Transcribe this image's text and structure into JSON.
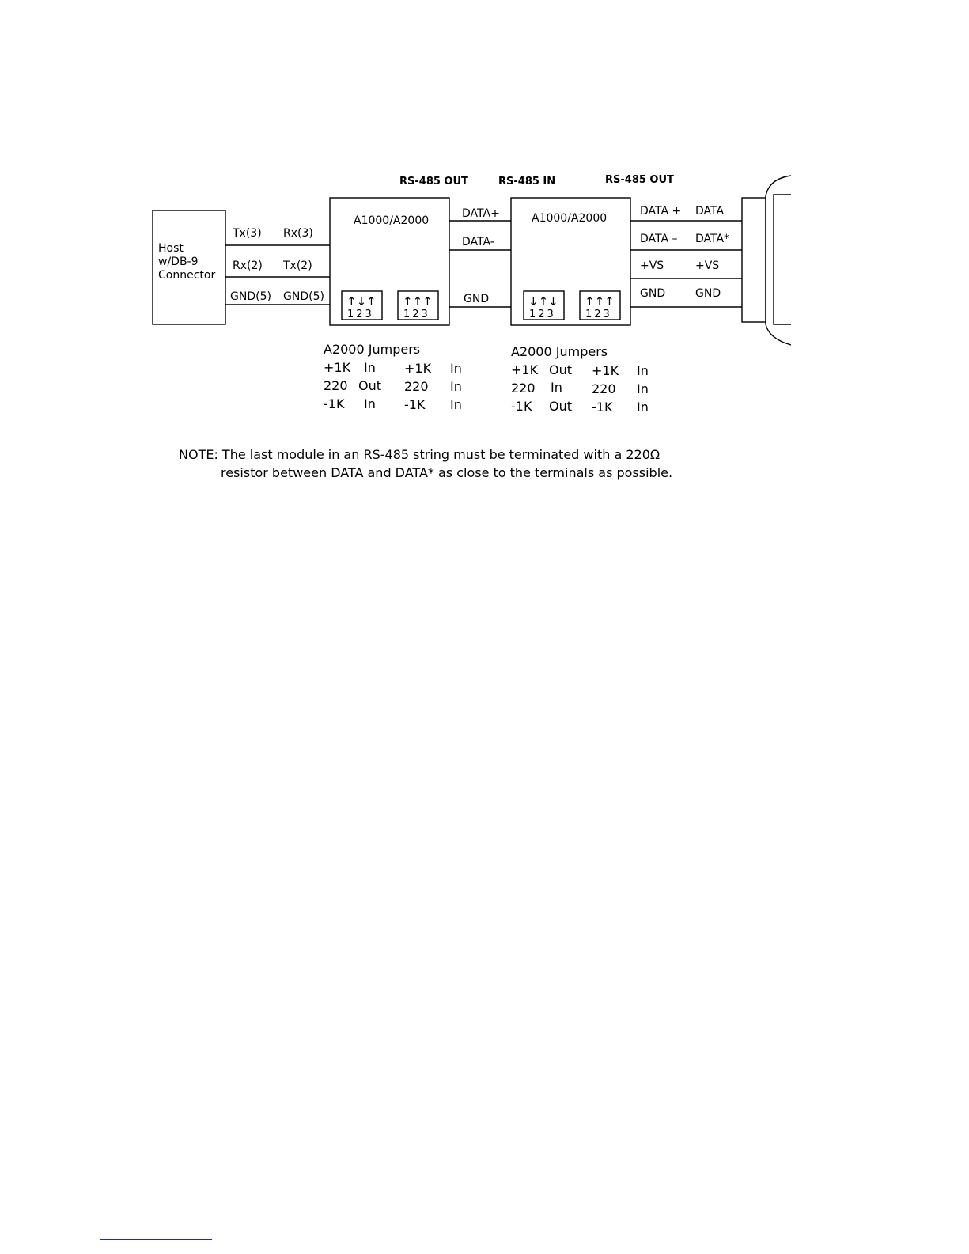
{
  "headers": {
    "rs485_out_1": "RS-485 OUT",
    "rs485_in": "RS-485 IN",
    "rs485_out_2": "RS-485 OUT"
  },
  "host": {
    "line1": "Host",
    "line2": "w/DB-9",
    "line3": "Connector"
  },
  "host_wires": [
    {
      "left": "Tx(3)",
      "right": "Rx(3)"
    },
    {
      "left": "Rx(2)",
      "right": "Tx(2)"
    },
    {
      "left": "GND(5)",
      "right": "GND(5)"
    }
  ],
  "modules": [
    {
      "title": "A1000/A2000",
      "jumper_blocks": [
        {
          "arrows": "↑↓↑",
          "pins": "123"
        },
        {
          "arrows": "↑↑↑",
          "pins": "123"
        }
      ]
    },
    {
      "title": "A1000/A2000",
      "jumper_blocks": [
        {
          "arrows": "↓↑↓",
          "pins": "123"
        },
        {
          "arrows": "↑↑↑",
          "pins": "123"
        }
      ]
    }
  ],
  "link_wires": [
    "DATA+",
    "DATA-",
    "GND"
  ],
  "output_wires": [
    {
      "left": "DATA +",
      "right": "DATA"
    },
    {
      "left": "DATA –",
      "right": "DATA*"
    },
    {
      "left": "+VS",
      "right": "+VS"
    },
    {
      "left": "GND",
      "right": "GND"
    }
  ],
  "jumper_tables": [
    {
      "title": "A2000 Jumpers",
      "rows": [
        [
          "+1K",
          "In",
          "+1K",
          "In"
        ],
        [
          "220",
          "Out",
          "220",
          "In"
        ],
        [
          "-1K",
          "In",
          "-1K",
          "In"
        ]
      ]
    },
    {
      "title": "A2000 Jumpers",
      "rows": [
        [
          "+1K",
          "Out",
          "+1K",
          "In"
        ],
        [
          "220",
          "In",
          "220",
          "In"
        ],
        [
          "-1K",
          "Out",
          "-1K",
          "In"
        ]
      ]
    }
  ],
  "note": {
    "line1": "NOTE: The last module in an RS-485 string must be terminated with a 220Ω",
    "line2": "resistor between DATA and DATA* as close to the terminals as possible."
  }
}
